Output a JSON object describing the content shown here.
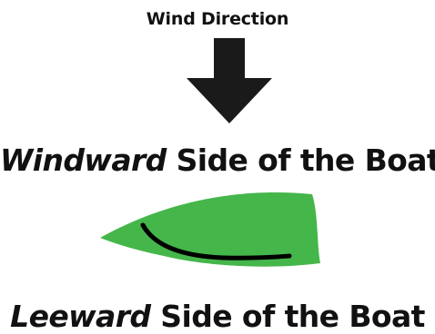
{
  "wind": {
    "label": "Wind Direction",
    "arrow_color": "#1a1a1a"
  },
  "windward": {
    "emphasis": "Windward",
    "rest": " Side of the Boat"
  },
  "leeward": {
    "emphasis": "Leeward",
    "rest": " Side of the Boat"
  },
  "boat": {
    "hull_color": "#45b64a",
    "line_color": "#000000"
  }
}
